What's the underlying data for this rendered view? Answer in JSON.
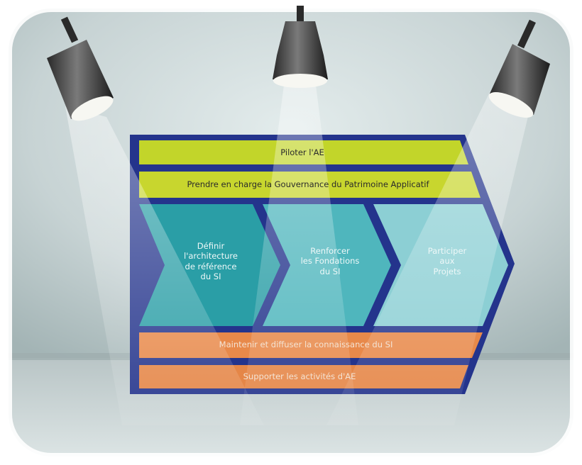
{
  "diagram": {
    "bands_top": [
      {
        "label": "Piloter l'AE"
      },
      {
        "label": "Prendre en charge la Gouvernance du Patrimoine Applicatif"
      }
    ],
    "chevrons": [
      {
        "lines": [
          "Définir",
          "l'architecture",
          "de référence",
          "du SI"
        ]
      },
      {
        "lines": [
          "Renforcer",
          "les Fondations",
          "du SI"
        ]
      },
      {
        "lines": [
          "Participer",
          "aux",
          "Projets"
        ]
      }
    ],
    "bands_bottom": [
      {
        "label": "Maintenir et diffuser la connaissance du SI"
      },
      {
        "label": "Supporter les activités d'AE"
      }
    ]
  },
  "colors": {
    "frame": "#24348c",
    "green": "#c2d52a",
    "orange": "#e8894a",
    "chevron_1": "#2a9ea6",
    "chevron_2": "#4fb6bd",
    "chevron_3": "#8ccfd4",
    "wall": "#cfd9da"
  },
  "icons": [
    "spotlight-icon",
    "spotlight-icon",
    "spotlight-icon"
  ]
}
